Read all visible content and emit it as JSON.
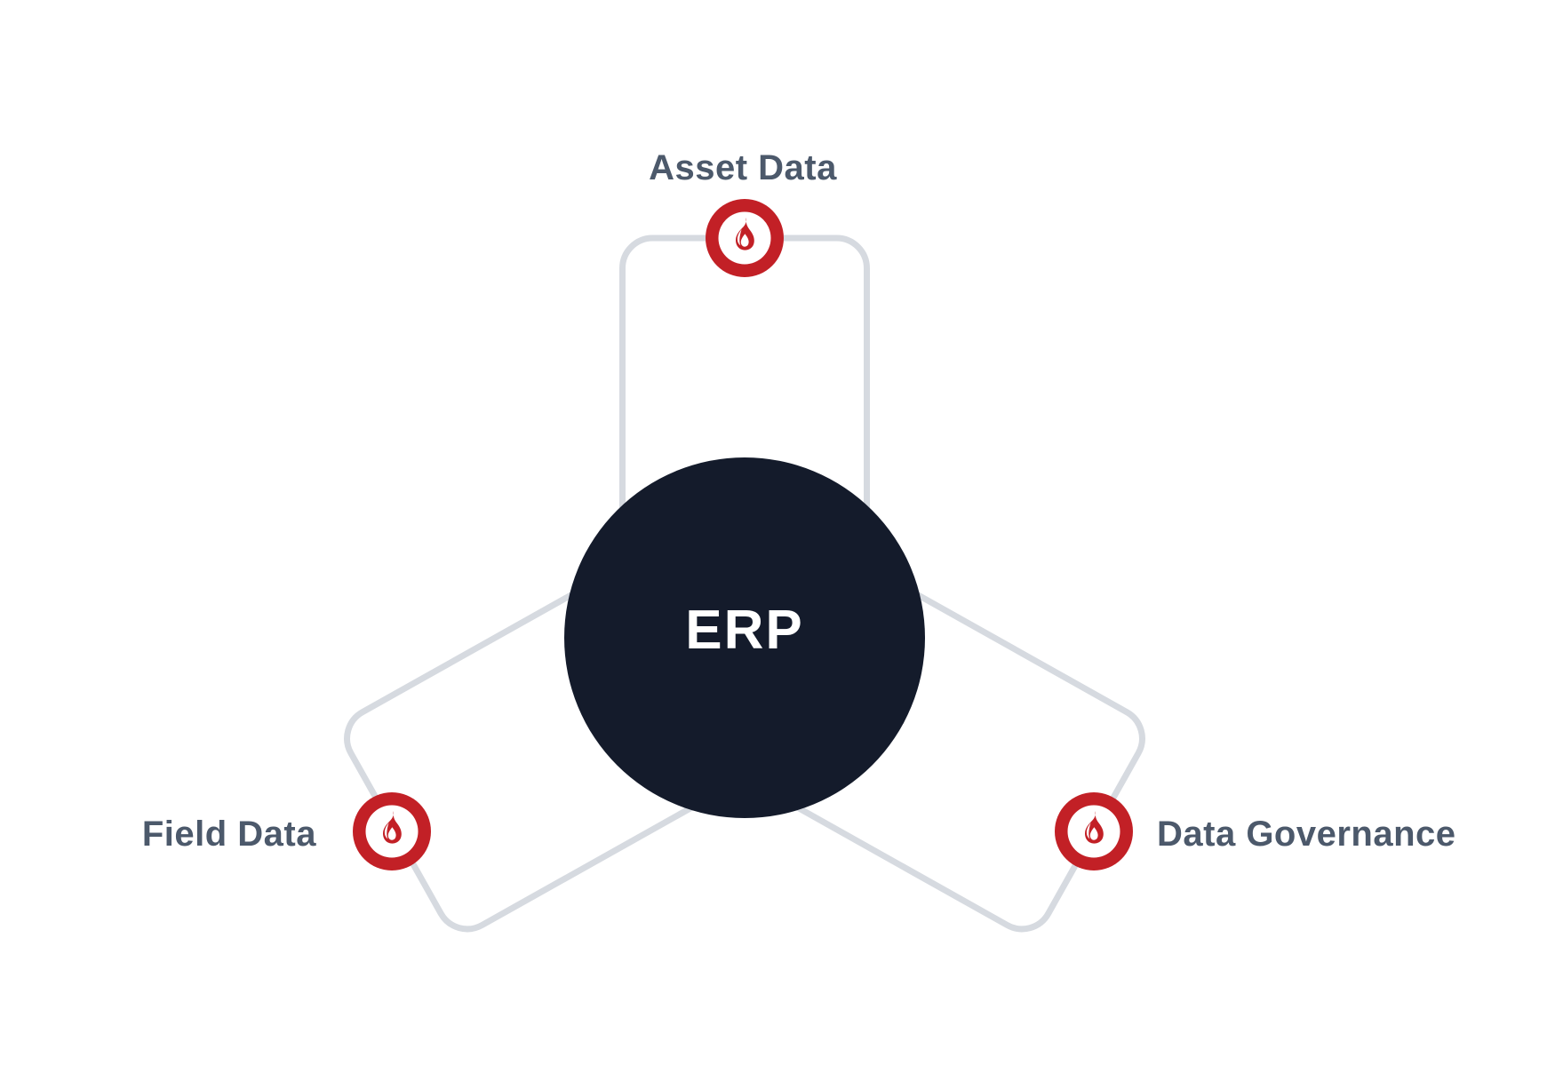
{
  "diagram": {
    "center": {
      "label": "ERP"
    },
    "nodes": [
      {
        "id": "asset-data",
        "label": "Asset Data",
        "position": "top",
        "icon": "flame-icon"
      },
      {
        "id": "field-data",
        "label": "Field Data",
        "position": "bottom-left",
        "icon": "flame-icon"
      },
      {
        "id": "data-governance",
        "label": "Data Governance",
        "position": "bottom-right",
        "icon": "flame-icon"
      }
    ],
    "colors": {
      "hub_navy": "#141b2b",
      "icon_red": "#c22026",
      "outline_gray": "#d6dae0",
      "label_slate": "#4c596b",
      "background": "#ffffff"
    }
  }
}
